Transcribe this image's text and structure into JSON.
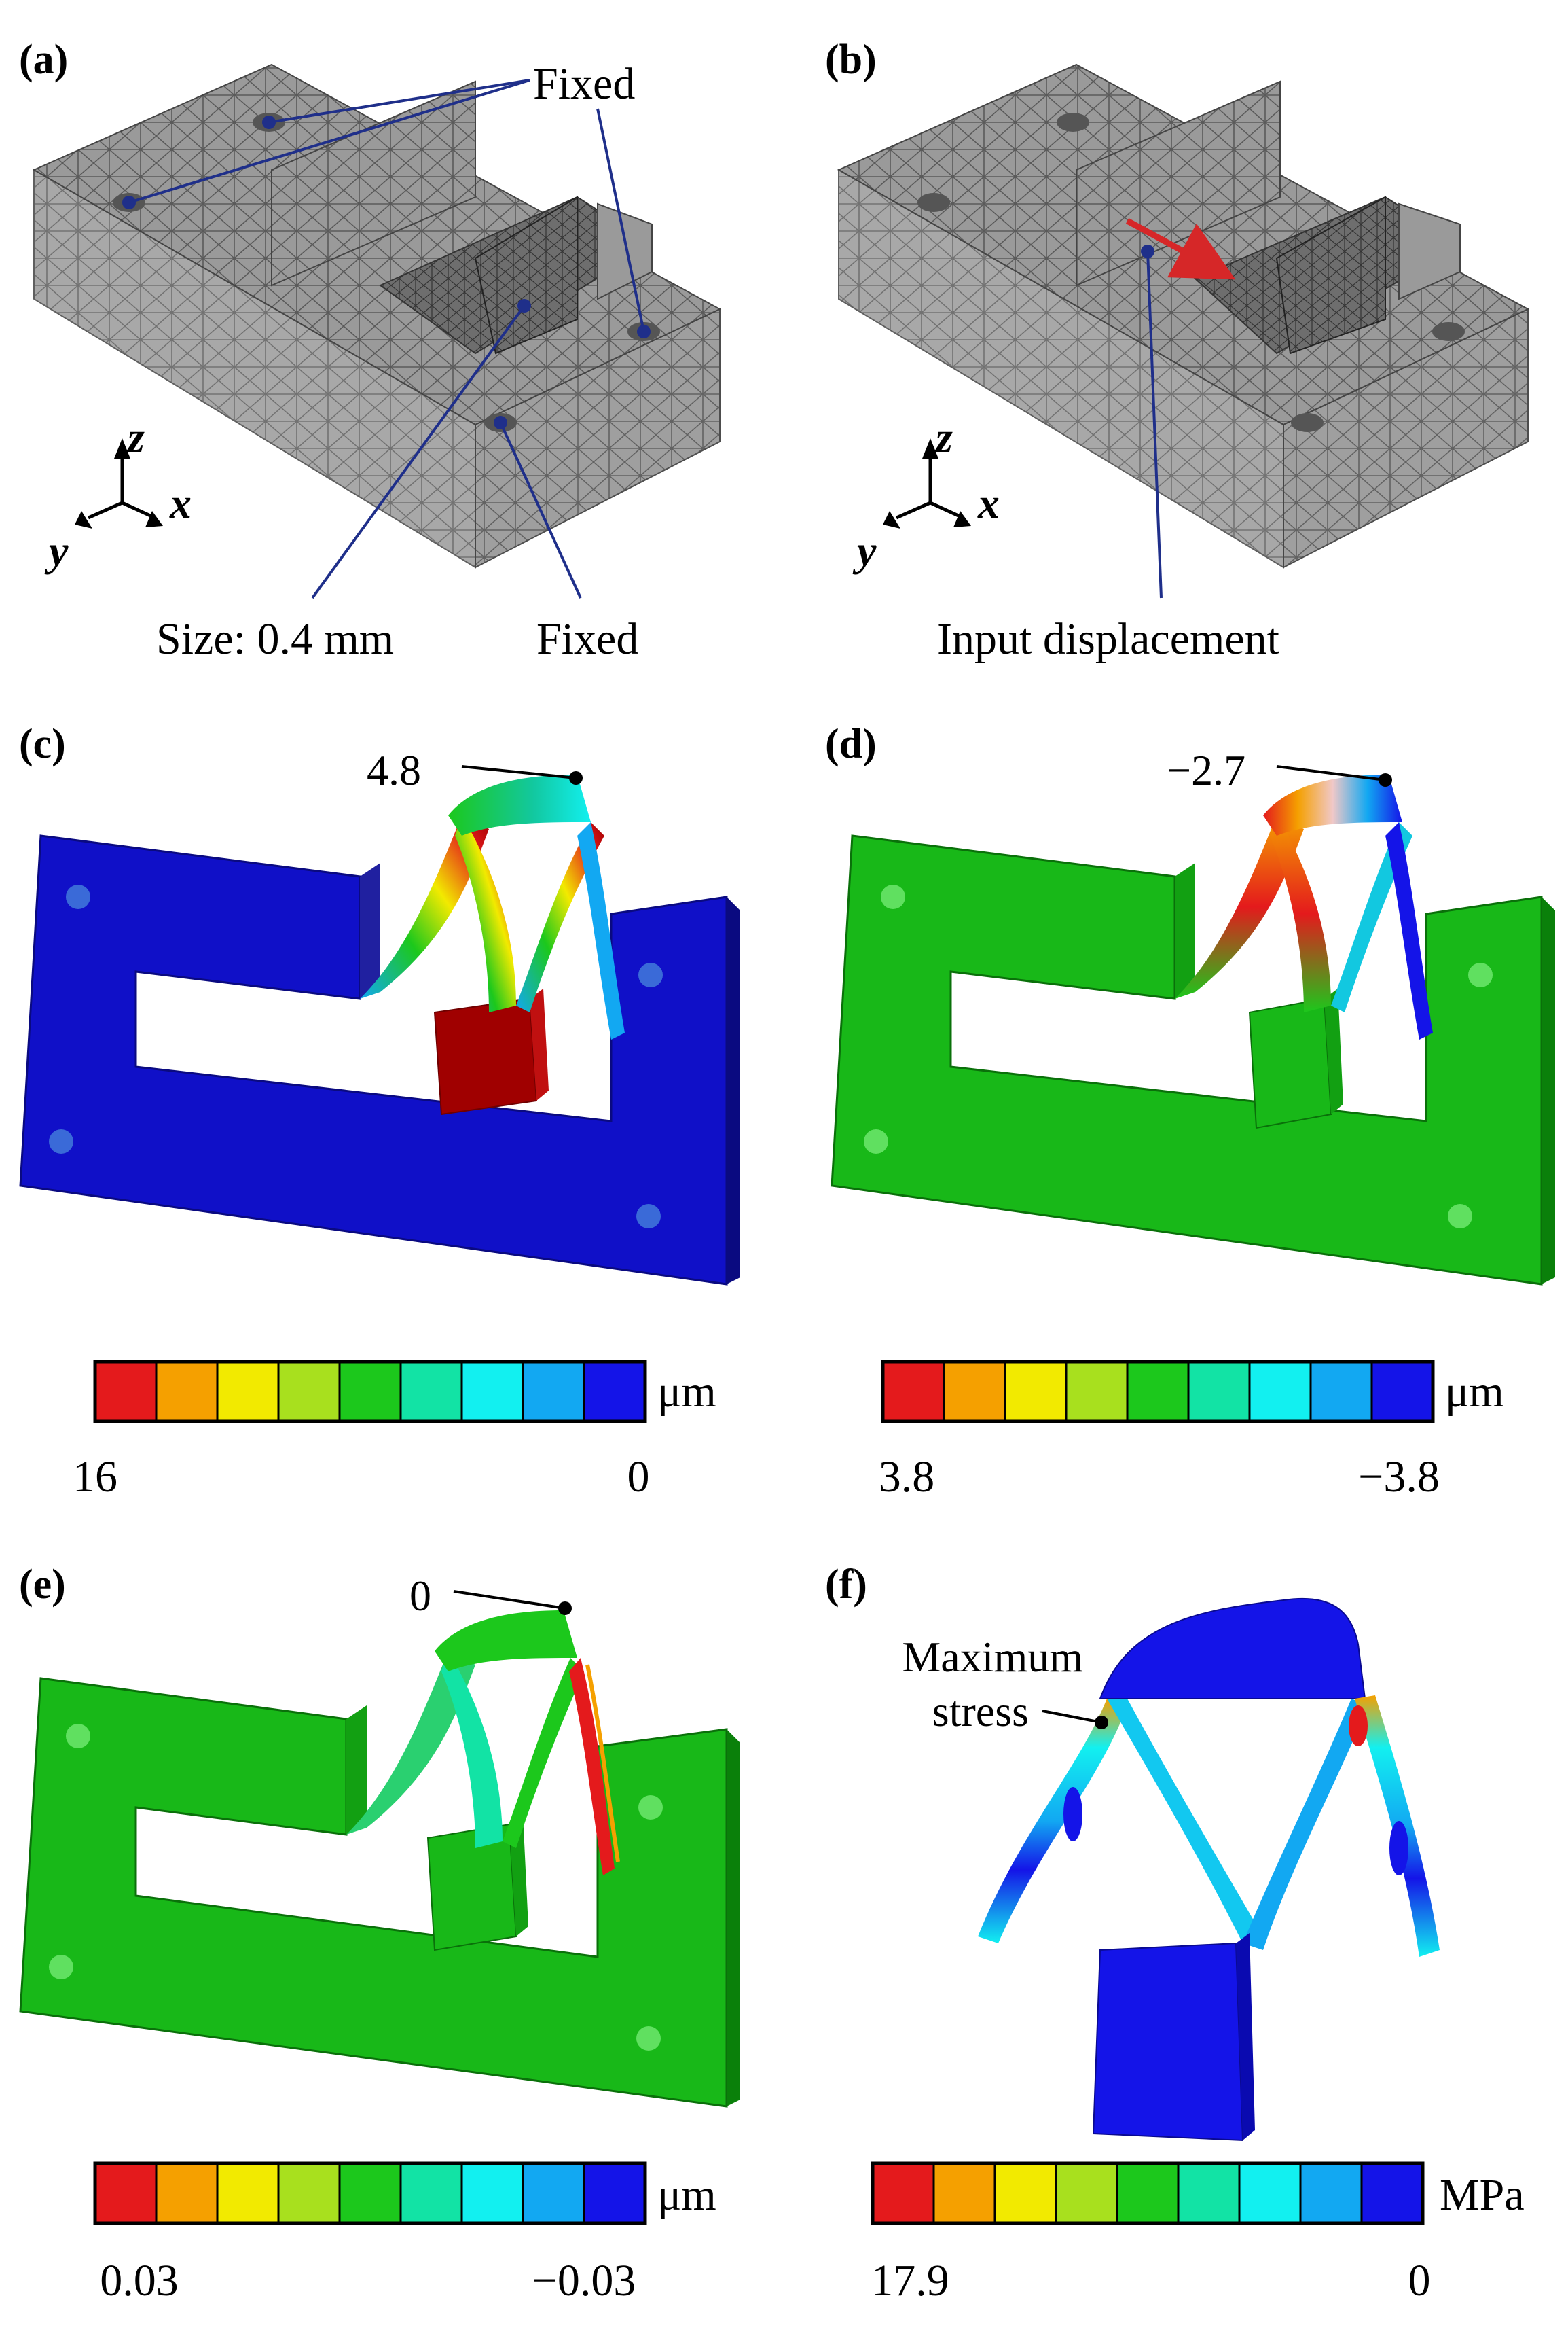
{
  "panels": {
    "a": {
      "label": "(a)",
      "annotations": {
        "fixed_top": "Fixed",
        "size": "Size: 0.4 mm",
        "fixed_bottom": "Fixed"
      }
    },
    "b": {
      "label": "(b)",
      "annotations": {
        "input": "Input displacement"
      }
    },
    "c": {
      "label": "(c)",
      "value_label": "4.8",
      "colorbar": {
        "unit": "μm",
        "min_label": "16",
        "max_label": "0"
      }
    },
    "d": {
      "label": "(d)",
      "value_label": "−2.7",
      "colorbar": {
        "unit": "μm",
        "min_label": "3.8",
        "max_label": "−3.8"
      }
    },
    "e": {
      "label": "(e)",
      "value_label": "0",
      "colorbar": {
        "unit": "μm",
        "min_label": "0.03",
        "max_label": "−0.03"
      }
    },
    "f": {
      "label": "(f)",
      "annotation_line1": "Maximum",
      "annotation_line2": "stress",
      "colorbar": {
        "unit": "MPa",
        "min_label": "17.9",
        "max_label": "0"
      }
    }
  },
  "axes": {
    "z": "z",
    "y": "y",
    "x": "x"
  },
  "colormap": [
    "#e41a1c",
    "#f5a000",
    "#f2ea00",
    "#a8e01e",
    "#1cc81c",
    "#12e3a5",
    "#12f0f0",
    "#12a8f2",
    "#1414e8"
  ],
  "colors": {
    "mesh": "#8e8e8e",
    "leader": "#1f2f8a",
    "arrow": "#d62728",
    "base_c": "#1010c8",
    "base_de": "#18b818"
  }
}
